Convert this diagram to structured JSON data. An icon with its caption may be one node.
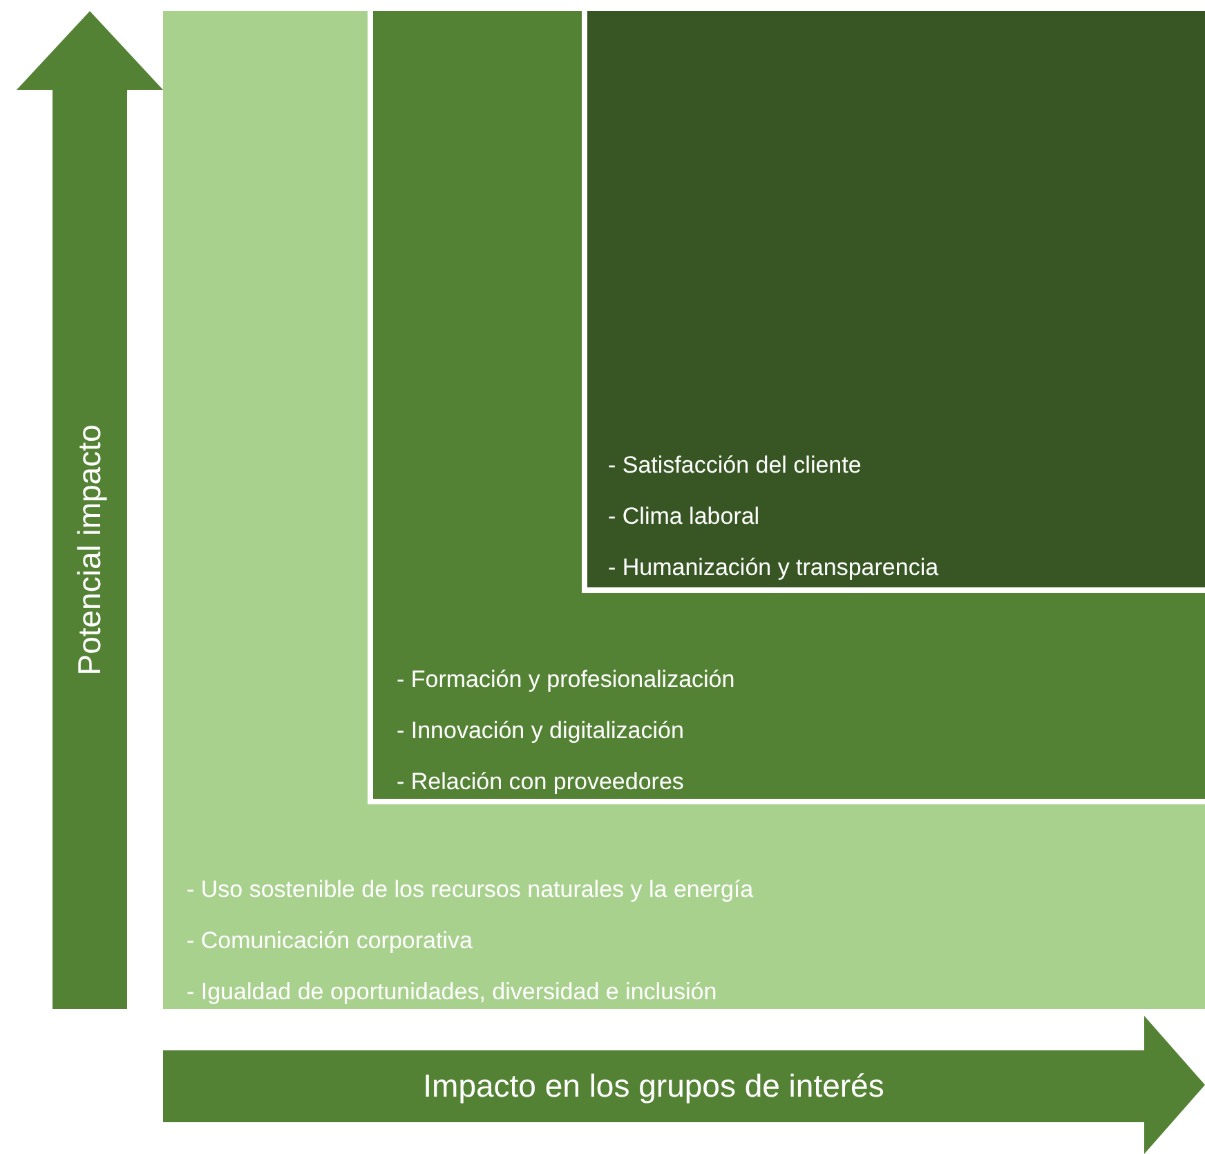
{
  "diagram": {
    "nodes": [
      {
        "text": [
          "Potencial impacto"
        ]
      },
      {
        "text": [
          "- Uso sostenible de los recursos naturales y la energía",
          "- Comunicación corporativa",
          "- Igualdad de oportunidades, diversidad e inclusión"
        ]
      },
      {
        "text": [
          "- Formación y profesionalización",
          "- Innovación y digitalización",
          "- Relación con proveedores"
        ],
        "in": 1
      },
      {
        "text": [
          "- Satisfacción del cliente",
          "- Clima laboral",
          "- Humanización y transparencia"
        ],
        "in": 2
      },
      {
        "text": [
          "Impacto en los grupos de interés"
        ]
      }
    ]
  }
}
